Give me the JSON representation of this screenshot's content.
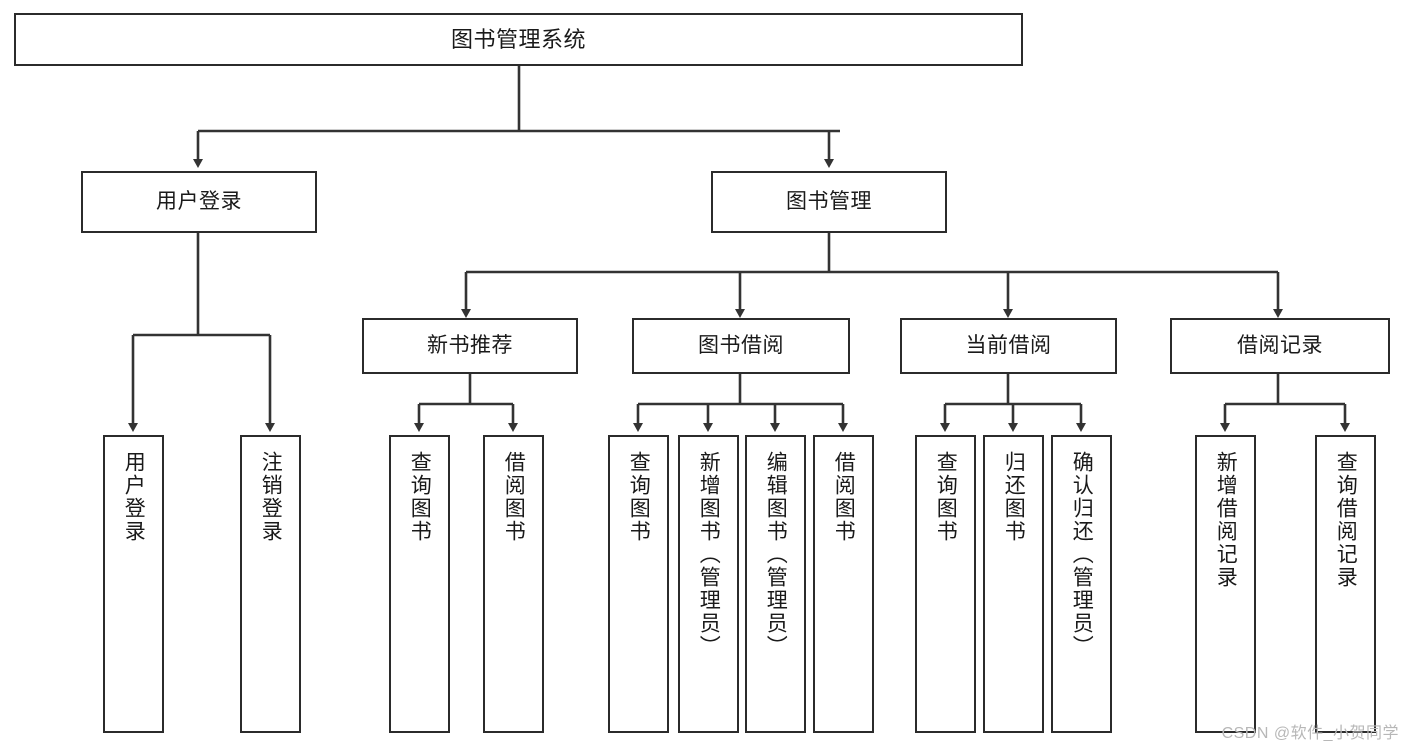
{
  "diagram": {
    "type": "tree-hierarchy",
    "title": "图书管理系统",
    "watermark": "CSDN @软件_小贺同学",
    "colors": {
      "background": "#ffffff",
      "box_border": "#2b2b2b",
      "box_fill": "#ffffff",
      "connector": "#333333",
      "text": "#1a1a1a",
      "watermark": "#b7b7b7"
    },
    "levels": {
      "root": {
        "label": "图书管理系统"
      },
      "level2": [
        {
          "label": "用户登录"
        },
        {
          "label": "图书管理"
        }
      ],
      "level3": [
        {
          "label": "新书推荐"
        },
        {
          "label": "图书借阅"
        },
        {
          "label": "当前借阅"
        },
        {
          "label": "借阅记录"
        }
      ],
      "leaves": {
        "user_login": [
          {
            "label": "用户登录"
          },
          {
            "label": "注销登录"
          }
        ],
        "new_book_recommend": [
          {
            "label": "查询图书"
          },
          {
            "label": "借阅图书"
          }
        ],
        "book_borrow": [
          {
            "label": "查询图书"
          },
          {
            "label": "新增图书（管理员）"
          },
          {
            "label": "编辑图书（管理员）"
          },
          {
            "label": "借阅图书"
          }
        ],
        "current_borrow": [
          {
            "label": "查询图书"
          },
          {
            "label": "归还图书"
          },
          {
            "label": "确认归还（管理员）"
          }
        ],
        "borrow_record": [
          {
            "label": "新增借阅记录"
          },
          {
            "label": "查询借阅记录"
          }
        ]
      }
    }
  }
}
